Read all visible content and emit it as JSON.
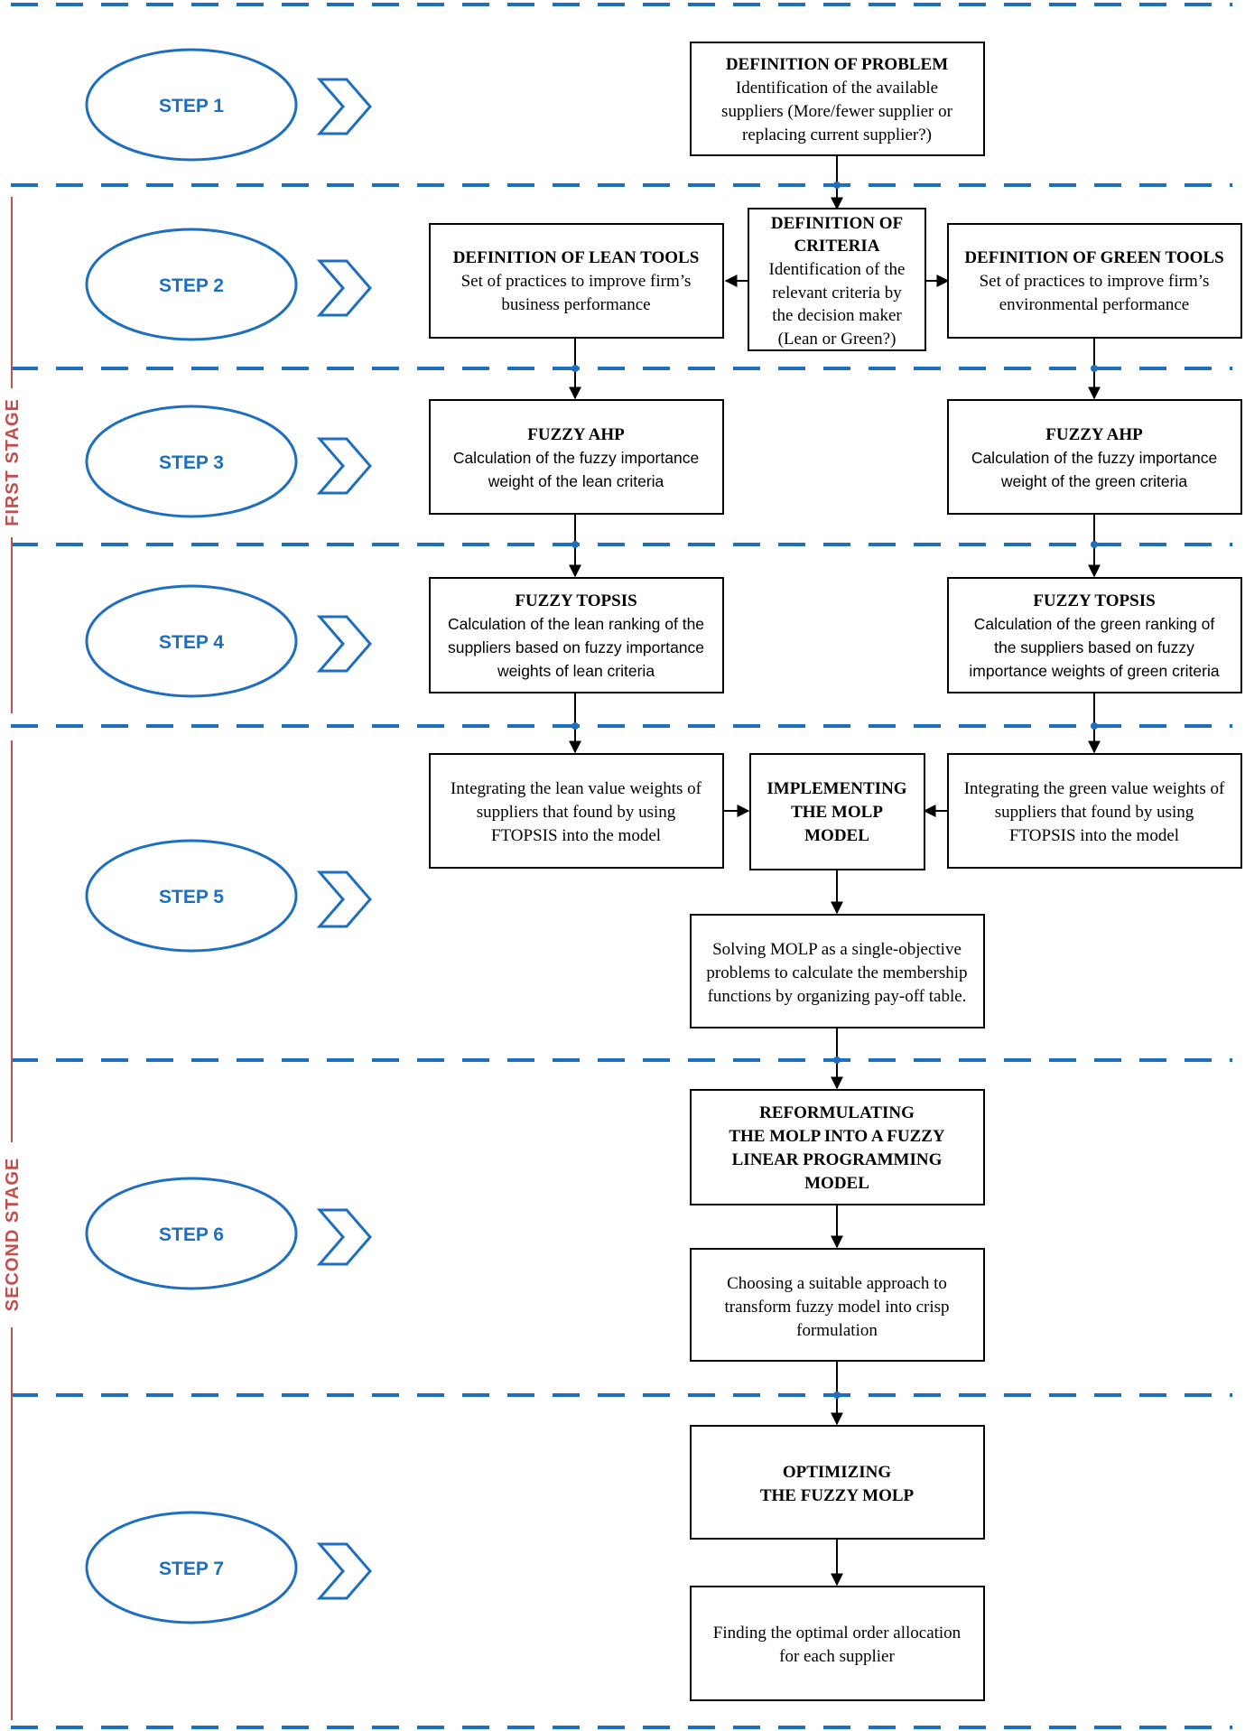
{
  "stages": {
    "first": "FIRST STAGE",
    "second": "SECOND STAGE"
  },
  "steps": [
    "STEP 1",
    "STEP 2",
    "STEP 3",
    "STEP 4",
    "STEP 5",
    "STEP 6",
    "STEP 7"
  ],
  "boxes": {
    "problem": {
      "title": "DEFINITION OF PROBLEM",
      "lines": [
        "Identification of the available",
        "suppliers (More/fewer supplier  or",
        "replacing current supplier?)"
      ]
    },
    "criteria": {
      "title": [
        "DEFINITION OF",
        "CRITERIA"
      ],
      "lines": [
        "Identification of the",
        "relevant criteria by",
        "the decision maker",
        "(Lean or Green?)"
      ]
    },
    "lean_tools": {
      "title": "DEFINITION OF LEAN TOOLS",
      "lines": [
        "Set of practices to improve firm’s",
        "business performance"
      ]
    },
    "green_tools": {
      "title": "DEFINITION OF GREEN TOOLS",
      "lines": [
        "Set of practices to improve firm’s",
        "environmental performance"
      ]
    },
    "ahp_lean": {
      "title": "FUZZY AHP",
      "lines": [
        "Calculation of the fuzzy importance",
        "weight of the lean criteria"
      ]
    },
    "ahp_green": {
      "title": "FUZZY AHP",
      "lines": [
        "Calculation of the fuzzy importance",
        "weight of the green criteria"
      ]
    },
    "topsis_lean": {
      "title": "FUZZY TOPSIS",
      "lines": [
        "Calculation of the lean ranking of the",
        "suppliers based on fuzzy importance",
        "weights of lean criteria"
      ]
    },
    "topsis_green": {
      "title": "FUZZY TOPSIS",
      "lines": [
        "Calculation of the green ranking of",
        "the suppliers based on fuzzy",
        "importance weights of green criteria"
      ]
    },
    "integrate_lean": {
      "lines": [
        "Integrating the lean value weights of",
        "suppliers that found by using",
        "FTOPSIS into the model"
      ]
    },
    "molp": {
      "title": [
        "IMPLEMENTING",
        "THE MOLP",
        "MODEL"
      ]
    },
    "integrate_green": {
      "lines": [
        "Integrating the green value weights of",
        "suppliers that found by using",
        "FTOPSIS into the model"
      ]
    },
    "solving": {
      "lines": [
        "Solving MOLP as a single-objective",
        "problems to calculate the membership",
        "functions by organizing pay-off table."
      ]
    },
    "reformulating": {
      "title": [
        "REFORMULATING",
        "THE MOLP INTO A FUZZY",
        "LINEAR PROGRAMMING",
        "MODEL"
      ]
    },
    "choosing": {
      "lines": [
        "Choosing a suitable approach to",
        "transform fuzzy model into crisp",
        "formulation"
      ]
    },
    "optimizing": {
      "title": [
        "OPTIMIZING",
        "THE FUZZY MOLP"
      ]
    },
    "finding": {
      "lines": [
        "Finding the optimal order allocation",
        "for each supplier"
      ]
    }
  },
  "colors": {
    "accent_blue": "#1f6fc0",
    "stage_red": "#c0504d",
    "box_border": "#000000"
  },
  "icons": [
    "chevron-right-icon"
  ]
}
